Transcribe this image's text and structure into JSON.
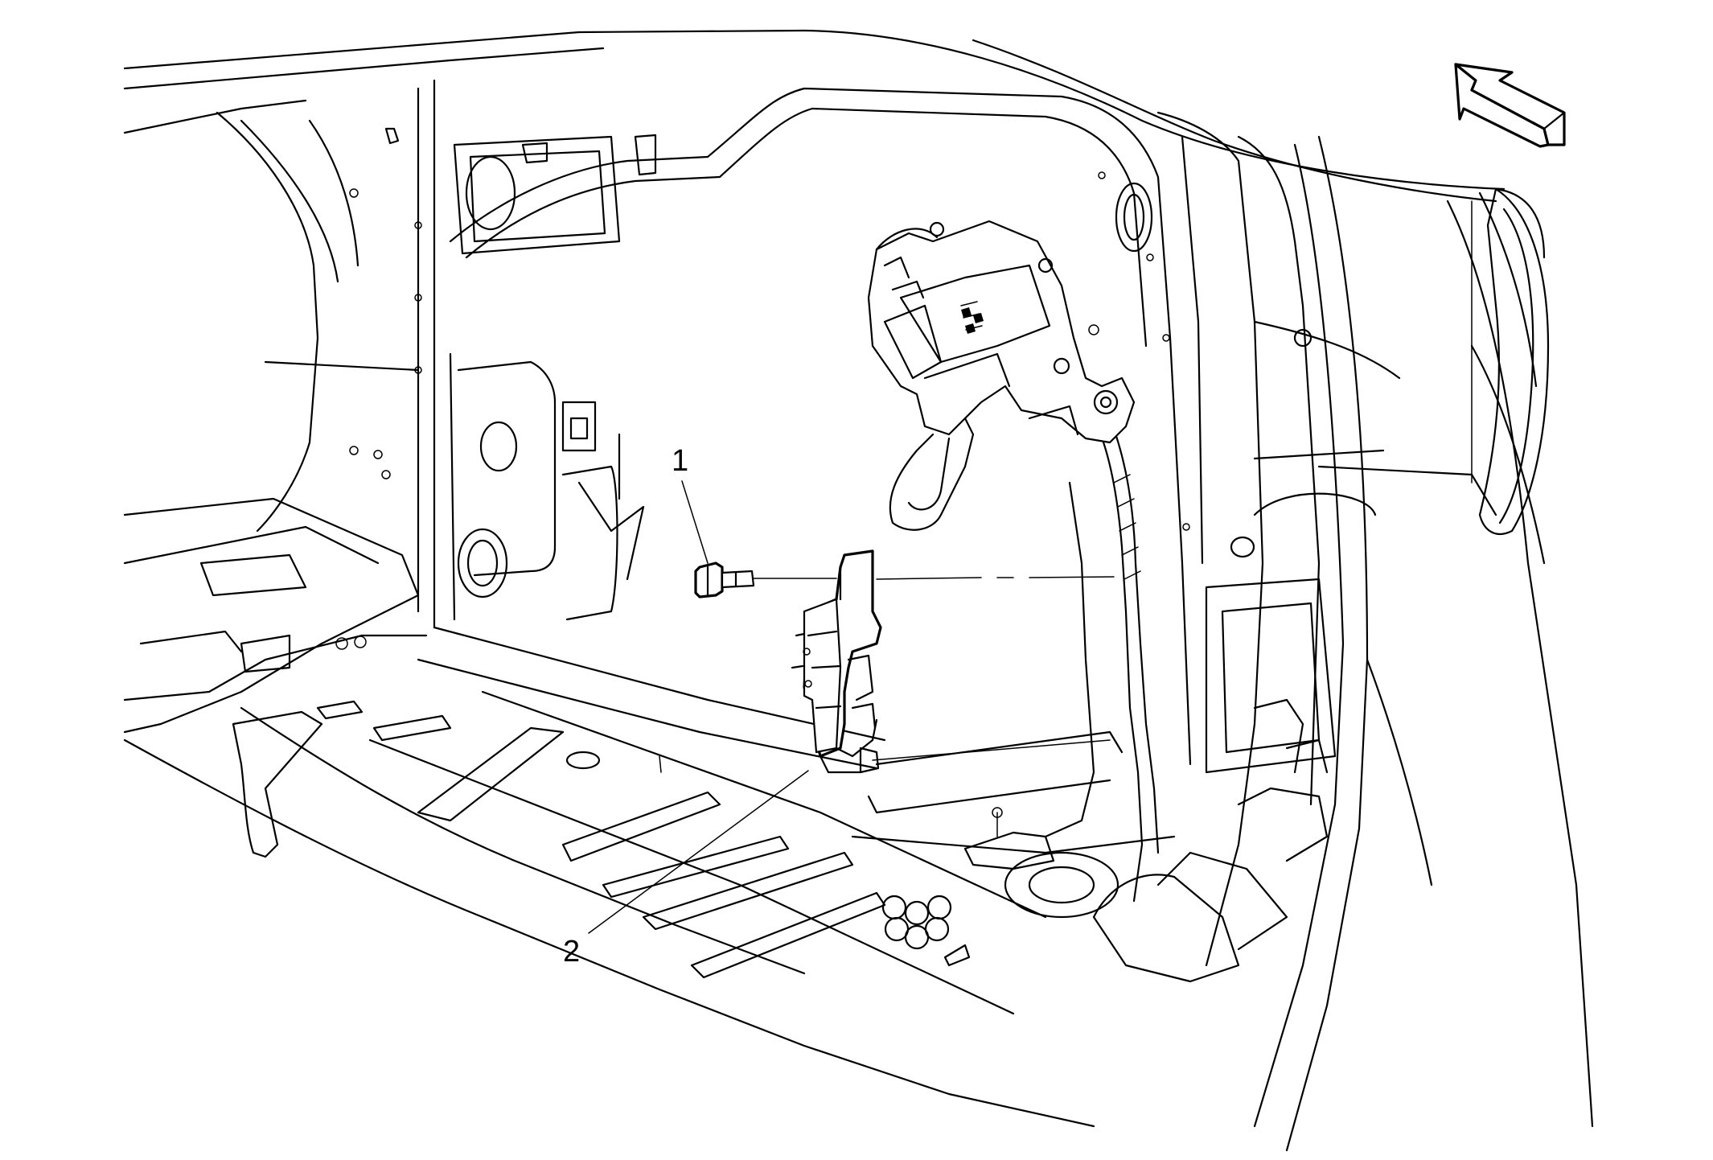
{
  "diagram": {
    "callouts": [
      {
        "id": "1",
        "label": "1"
      },
      {
        "id": "2",
        "label": "2"
      }
    ],
    "orientation_arrow_icon": "front-direction-arrow-icon"
  }
}
